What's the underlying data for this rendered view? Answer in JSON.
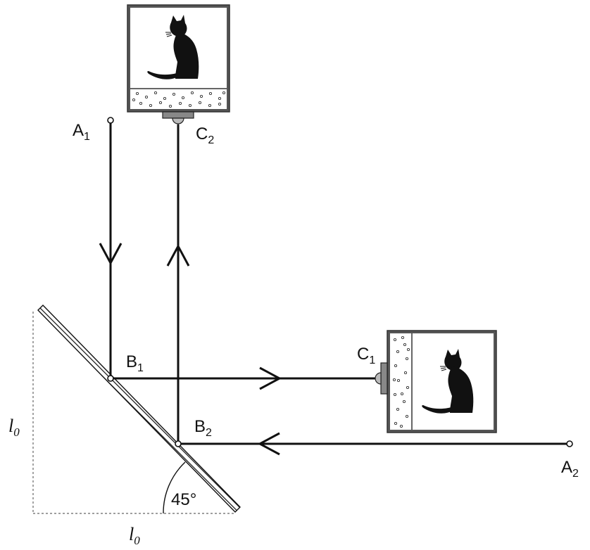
{
  "labels": {
    "A1": {
      "letter": "A",
      "sub": "1"
    },
    "A2": {
      "letter": "A",
      "sub": "2"
    },
    "B1": {
      "letter": "B",
      "sub": "1"
    },
    "B2": {
      "letter": "B",
      "sub": "2"
    },
    "C1": {
      "letter": "C",
      "sub": "1"
    },
    "C2": {
      "letter": "C",
      "sub": "2"
    },
    "l0_vertical": {
      "letter": "l",
      "sub": "0"
    },
    "l0_horizontal": {
      "letter": "l",
      "sub": "0"
    },
    "angle": "45°"
  },
  "icons": {
    "box_top": "cat-icon",
    "box_right": "cat-icon"
  }
}
